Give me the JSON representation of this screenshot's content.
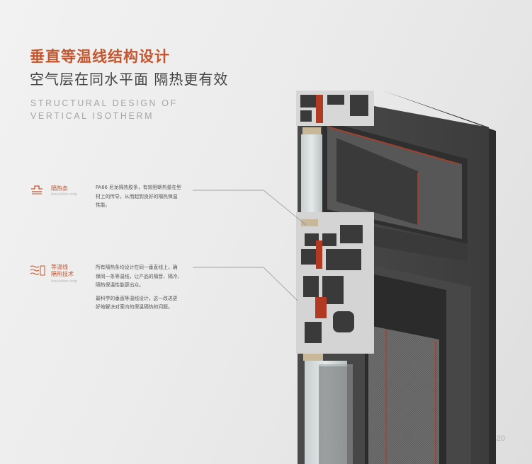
{
  "title": "垂直等温线结构设计",
  "subtitle": "空气层在同水平面  隔热更有效",
  "title_en": [
    "STRUCTURAL DESIGN OF",
    "VERTICAL ISOTHERM"
  ],
  "features": [
    {
      "icon": "insulation-strip-icon",
      "name_lines": [
        "隔热条"
      ],
      "name_en": "Insulation strip",
      "desc_lines": [
        "PA66 尼龙隔热胶条，有效阻断热量在型",
        "材上的传导，从而起到良好的隔热保温",
        "性能。"
      ]
    },
    {
      "icon": "heat-wave-icon",
      "name_lines": [
        "等温线",
        "隔热技术"
      ],
      "name_en": "Insulation strip",
      "desc_lines": [
        "所有隔热条均设计在同一垂直线上，确",
        "保同一条等温线，让产品的隔音、隔冷、",
        "隔热保温性能更出众。",
        "",
        "最科学的垂直等温线设计，这一改进更",
        "好地解决对室内的保温隔热的问题。"
      ]
    }
  ],
  "page_number": "20",
  "colors": {
    "accent": "#c4552f",
    "frame": "#434343",
    "frame_dark": "#2f2f2f",
    "strip": "#b23a22"
  }
}
